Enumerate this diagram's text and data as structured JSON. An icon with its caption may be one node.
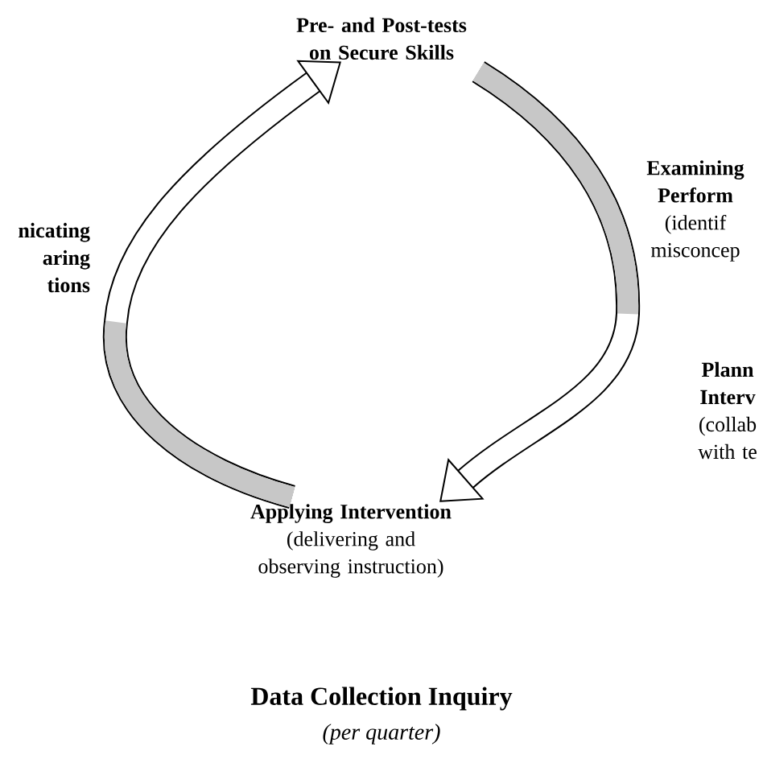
{
  "diagram": {
    "title": "Data Collection Inquiry",
    "caption": "(per quarter)",
    "nodes": [
      {
        "text": [
          "Pre- and Post-tests on Secure Skills"
        ]
      },
      {
        "text": [
          "Examining Perform",
          "(identif misconcep"
        ]
      },
      {
        "text": [
          "Plann Interv",
          "(collab with te"
        ]
      },
      {
        "text": [
          "Applying Intervention",
          "(delivering and observing instruction)"
        ]
      },
      {
        "text": [
          "nicating aring tions"
        ]
      }
    ],
    "edges": [
      {
        "from": 3,
        "to": 0,
        "arrow": "to"
      },
      {
        "from": 0,
        "to": 3,
        "arrow": "to"
      }
    ]
  }
}
